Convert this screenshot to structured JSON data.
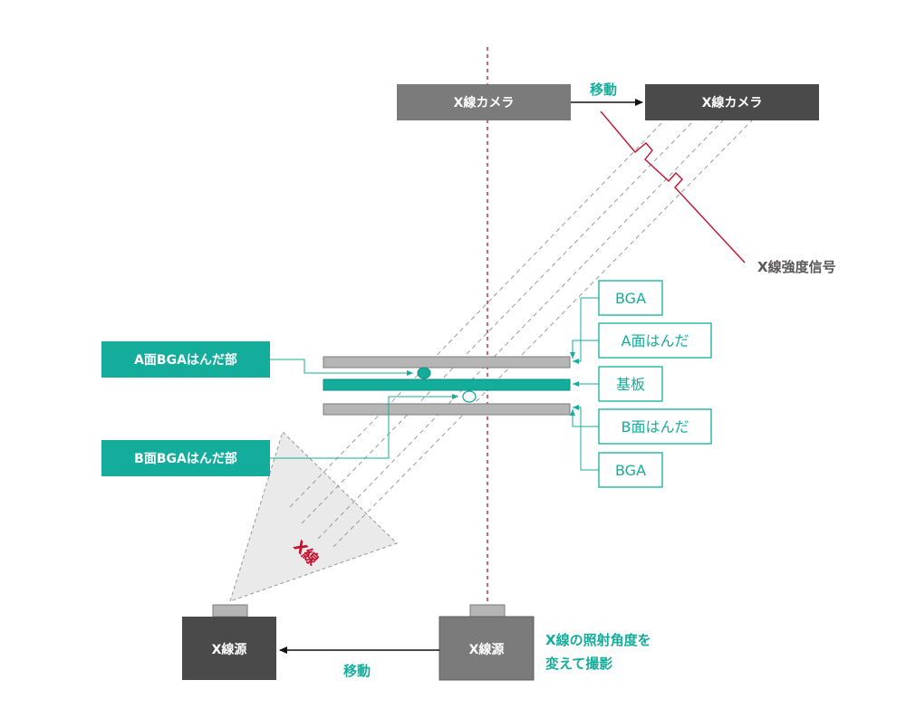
{
  "camera_before": {
    "label": "X線カメラ"
  },
  "camera_after": {
    "label": "X線カメラ"
  },
  "camera_move": {
    "label": "移動"
  },
  "signal": {
    "label": "X線強度信号"
  },
  "left_labels": {
    "a_side_joint": "A面BGAはんだ部",
    "b_side_joint": "B面BGAはんだ部"
  },
  "right_labels": {
    "bga_top": "BGA",
    "a_side_solder": "A面はんだ",
    "substrate": "基板",
    "b_side_solder": "B面はんだ",
    "bga_bottom": "BGA"
  },
  "beam": {
    "label": "X線"
  },
  "source_after": {
    "label": "X線源"
  },
  "source_before": {
    "label": "X線源"
  },
  "source_move": {
    "label": "移動"
  },
  "note": {
    "line1": "X線の照射角度を",
    "line2": "変えて撮影"
  },
  "colors": {
    "teal": "#14ad9b",
    "red": "#c8102e",
    "dark_gray": "#4a4a4a",
    "mid_gray": "#7b7b7b",
    "light_gray": "#aaaaaa",
    "beam_fill": "#eaeaea"
  }
}
